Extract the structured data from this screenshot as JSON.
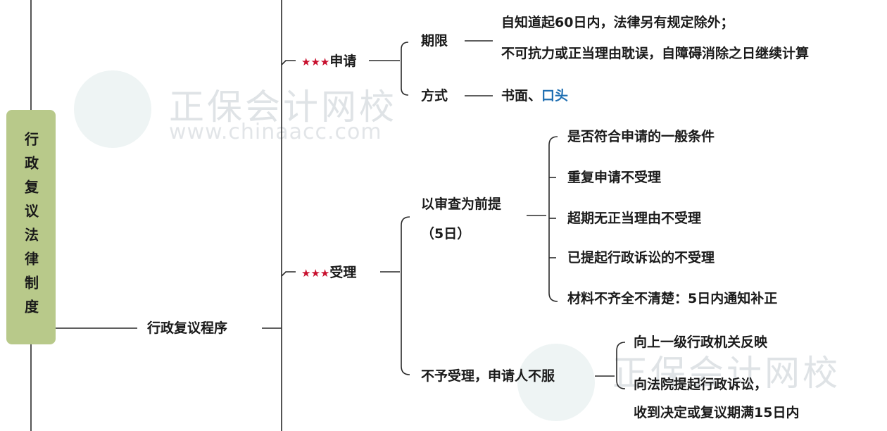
{
  "root": {
    "label": "行政复议法律制度"
  },
  "level1": {
    "label": "行政复议程序"
  },
  "apply": {
    "stars": "★★★",
    "label": "申请",
    "deadline": {
      "label": "期限",
      "line1": "自知道起60日内，法律另有规定除外；",
      "line2": "不可抗力或正当理由耽误，自障碍消除之日继续计算"
    },
    "method": {
      "label": "方式",
      "text": "书面、",
      "highlight": "口头",
      "highlight_color": "#1f6fb2"
    }
  },
  "accept": {
    "stars": "★★★",
    "label": "受理",
    "review": {
      "label_line1": "以审查为前提",
      "label_line2": "（5日）",
      "items": [
        "是否符合申请的一般条件",
        "重复申请不受理",
        "超期无正当理由不受理",
        "已提起行政诉讼的不受理",
        "材料不齐全不清楚：5日内通知补正"
      ]
    },
    "reject": {
      "label": "不予受理，申请人不服",
      "items": [
        "向上一级行政机关反映",
        "向法院提起行政诉讼，",
        "收到决定或复议期满15日内"
      ]
    }
  },
  "watermark": {
    "cn": "正保会计网校",
    "en": "www.chinaacc.com"
  },
  "colors": {
    "root_bg": "#b8c98a",
    "stars": "#c8102e",
    "line": "#2a2a2a"
  }
}
